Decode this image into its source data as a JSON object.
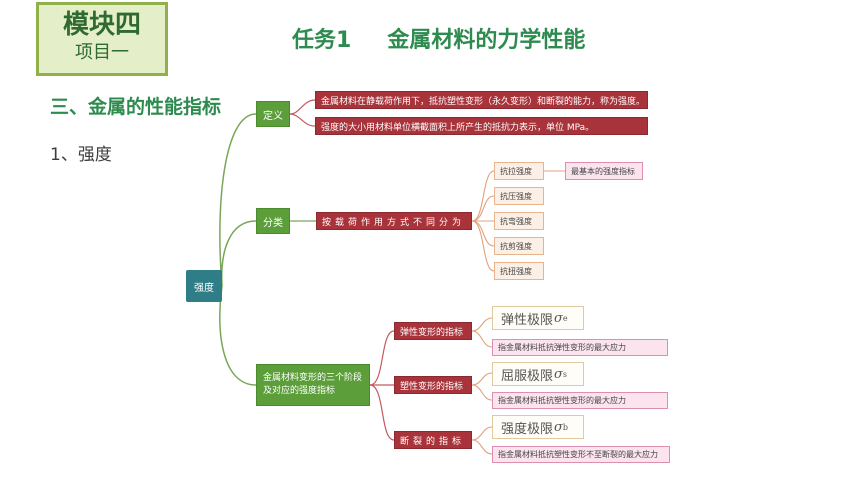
{
  "header": {
    "module": "模块四",
    "project": "项目一",
    "task_no": "任务1",
    "task_title": "金属材料的力学性能"
  },
  "section_title": "三、金属的性能指标",
  "sub_title": "1、强度",
  "mindmap": {
    "root": "强度",
    "definition": {
      "label": "定义",
      "items": [
        "金属材料在静载荷作用下，抵抗塑性变形（永久变形）和断裂的能力，称为强度。",
        "强度的大小用材料单位横截面积上所产生的抵抗力表示，单位 MPa。"
      ]
    },
    "classification": {
      "label": "分类",
      "basis": "按载荷作用方式不同分为",
      "types": [
        "抗拉强度",
        "抗压强度",
        "抗弯强度",
        "抗剪强度",
        "抗扭强度"
      ],
      "tensile_note": "最基本的强度指标"
    },
    "stages": {
      "label": "金属材料变形的三个阶段及对应的强度指标",
      "items": [
        {
          "name": "弹性变形的指标",
          "limit": "弹性极限",
          "symbol": "σ",
          "sub": "e",
          "desc": "指金属材料抵抗弹性变形的最大应力"
        },
        {
          "name": "塑性变形的指标",
          "limit": "屈服极限",
          "symbol": "σ",
          "sub": "s",
          "desc": "指金属材料抵抗塑性变形的最大应力"
        },
        {
          "name": "断裂的指标",
          "limit": "强度极限",
          "symbol": "σ",
          "sub": "b",
          "desc": "指金属材料抵抗塑性变形不至断裂的最大应力"
        }
      ]
    }
  },
  "colors": {
    "title_green": "#2e8b4f",
    "branch": "#7aa65a",
    "red_node": "#a8333a",
    "root": "#2f7d86"
  }
}
